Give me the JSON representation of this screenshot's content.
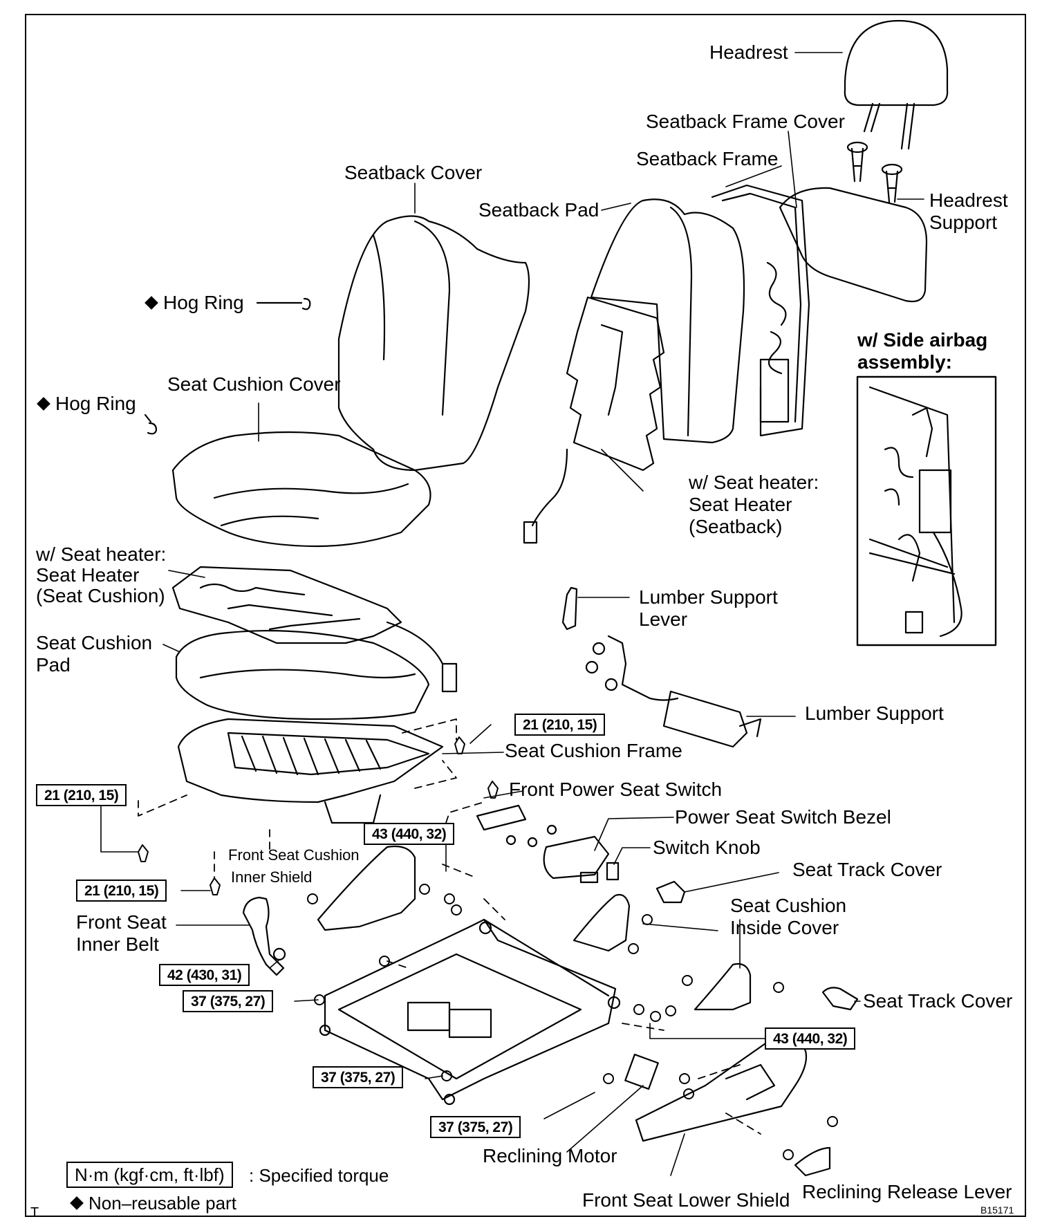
{
  "labels": {
    "headrest": "Headrest",
    "seatback_frame_cover": "Seatback Frame Cover",
    "seatback_frame": "Seatback Frame",
    "seatback_cover": "Seatback Cover",
    "seatback_pad": "Seatback Pad",
    "headrest_support_1": "Headrest",
    "headrest_support_2": "Support",
    "hog_ring_1": "Hog Ring",
    "hog_ring_2": "Hog Ring",
    "side_airbag_1": "w/ Side airbag",
    "side_airbag_2": "assembly:",
    "seat_cushion_cover": "Seat Cushion Cover",
    "seat_heater_back_1": "w/ Seat heater:",
    "seat_heater_back_2": "Seat Heater",
    "seat_heater_back_3": "(Seatback)",
    "seat_heater_cushion_1": "w/ Seat heater:",
    "seat_heater_cushion_2": "Seat Heater",
    "seat_heater_cushion_3": "(Seat Cushion)",
    "lumber_support_lever_1": "Lumber Support",
    "lumber_support_lever_2": "Lever",
    "seat_cushion_pad_1": "Seat Cushion",
    "seat_cushion_pad_2": "Pad",
    "lumber_support": "Lumber Support",
    "seat_cushion_frame": "Seat Cushion Frame",
    "front_power_seat_switch": "Front Power Seat Switch",
    "power_seat_switch_bezel": "Power Seat Switch Bezel",
    "switch_knob": "Switch Knob",
    "inner_shield_1": "Front Seat Cushion",
    "inner_shield_2": "Inner Shield",
    "seat_track_cover_1": "Seat Track Cover",
    "inside_cover_1": "Seat Cushion",
    "inside_cover_2": "Inside Cover",
    "inner_belt_1": "Front Seat",
    "inner_belt_2": "Inner Belt",
    "seat_track_cover_2": "Seat Track Cover",
    "reclining_motor": "Reclining Motor",
    "front_seat_lower_shield": "Front Seat Lower Shield",
    "reclining_release_lever": "Reclining Release Lever"
  },
  "torques": {
    "t1": "21 (210, 15)",
    "t2": "21 (210, 15)",
    "t3": "43 (440, 32)",
    "t4": "21 (210, 15)",
    "t5": "42 (430, 31)",
    "t6": "37 (375, 27)",
    "t7": "43 (440, 32)",
    "t8": "37 (375, 27)",
    "t9": "37 (375, 27)"
  },
  "legend": {
    "unit_box": "N·m (kgf·cm, ft·lbf)",
    "unit_desc": ": Specified torque",
    "non_reusable": "Non–reusable part",
    "corner_mark": "T",
    "figure_code": "B15171"
  }
}
